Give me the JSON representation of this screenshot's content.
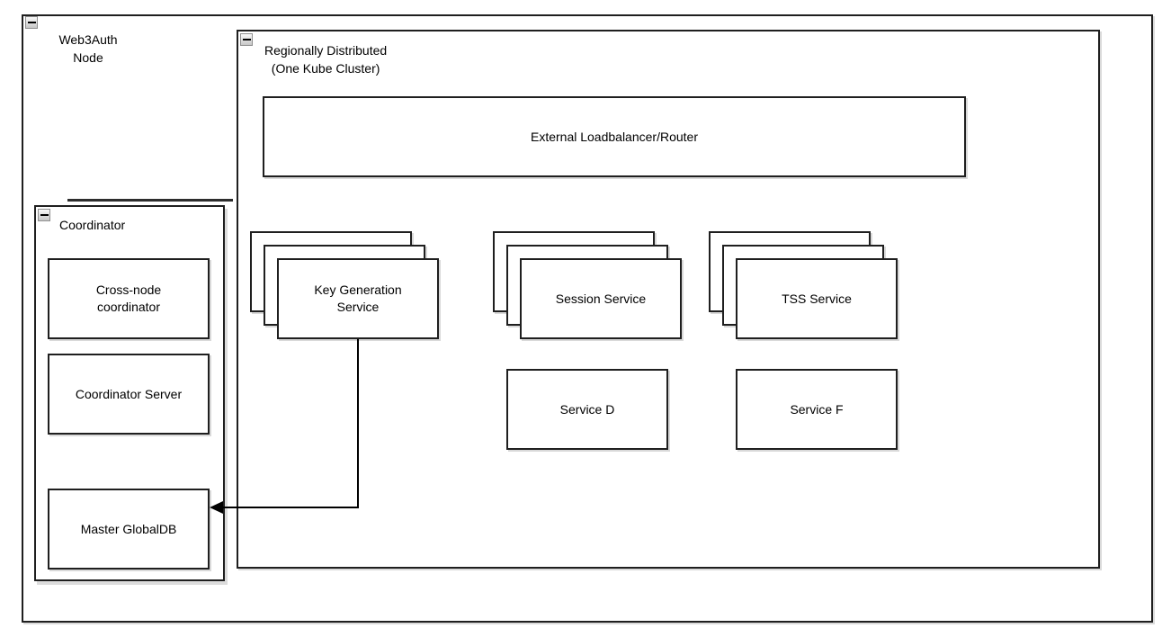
{
  "diagram": {
    "type": "architecture-diagram",
    "tool_style": "drawio-collapsible-containers",
    "colors": {
      "background": "#ffffff",
      "shape_fill": "#ffffff",
      "stroke": "#1f1f1f",
      "shadow": "#d9d9d9",
      "collapse_button_border": "#8f8f8f",
      "collapse_button_fill_top": "#f9f9f9",
      "collapse_button_fill_bottom": "#c7c7c7"
    }
  },
  "containers": {
    "web3auth_node": {
      "label": [
        "Web3Auth",
        "Node"
      ],
      "icon": "collapse-minus-icon"
    },
    "regional": {
      "label": [
        "Regionally Distributed",
        "(One Kube Cluster)"
      ],
      "icon": "collapse-minus-icon"
    },
    "coordinator": {
      "label": "Coordinator",
      "icon": "collapse-minus-icon"
    }
  },
  "nodes": {
    "loadbalancer": {
      "label": "External Loadbalancer/Router"
    },
    "keygen": {
      "label": [
        "Key Generation",
        "Service"
      ],
      "replicas": 3
    },
    "session": {
      "label": "Session Service",
      "replicas": 3
    },
    "tss": {
      "label": "TSS Service",
      "replicas": 3
    },
    "service_d": {
      "label": "Service D"
    },
    "service_f": {
      "label": "Service F"
    },
    "cross_node": {
      "label": [
        "Cross-node",
        "coordinator"
      ]
    },
    "coord_server": {
      "label": "Coordinator Server"
    },
    "master_db": {
      "label": "Master GlobalDB"
    }
  },
  "edges": [
    {
      "from": "Key Generation Service",
      "to": "Master GlobalDB",
      "style": "orthogonal",
      "arrow": "target-left"
    }
  ]
}
